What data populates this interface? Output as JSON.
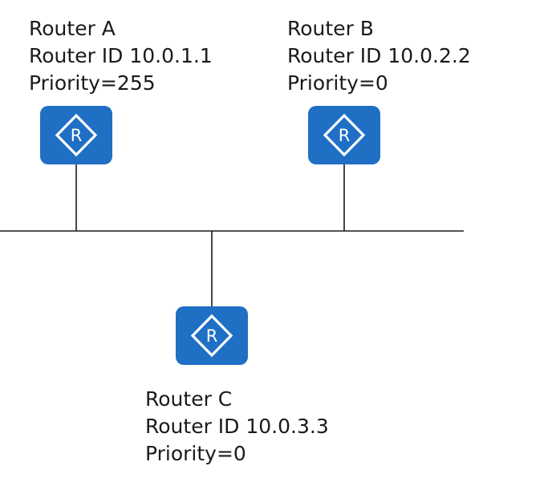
{
  "routers": [
    {
      "key": "router-a",
      "name": "Router A",
      "router_id": "Router ID 10.0.1.1",
      "priority": "Priority=255",
      "icon_letter": "R",
      "icon": "router-icon"
    },
    {
      "key": "router-b",
      "name": "Router B",
      "router_id": "Router ID 10.0.2.2",
      "priority": "Priority=0",
      "icon_letter": "R",
      "icon": "router-icon"
    },
    {
      "key": "router-c",
      "name": "Router C",
      "router_id": "Router ID 10.0.3.3",
      "priority": "Priority=0",
      "icon_letter": "R",
      "icon": "router-icon"
    }
  ],
  "colors": {
    "router_fill": "#1f6fc5",
    "router_mark": "#ffffff",
    "line": "#1a1a1a",
    "text": "#1a1a1a"
  }
}
